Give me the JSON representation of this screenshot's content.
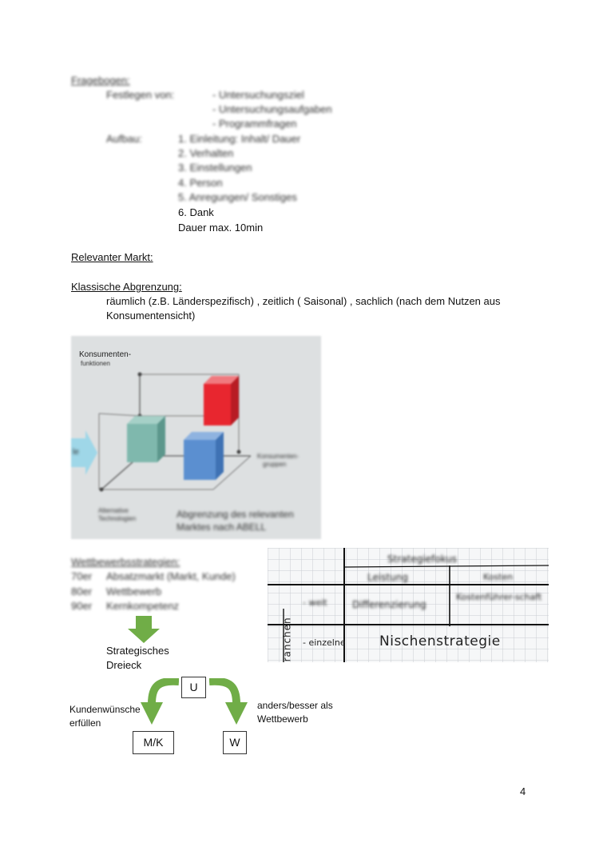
{
  "questionnaire": {
    "heading": "Fragebogen:",
    "festlegen_label": "Festlegen von:",
    "festlegen_items": [
      "- Untersuchungsziel",
      "- Untersuchungsaufgaben",
      "- Programmfragen"
    ],
    "aufbau_label": "Aufbau:",
    "aufbau_items": [
      "1. Einleitung: Inhalt/ Dauer",
      "2. Verhalten",
      "3. Einstellungen",
      "4. Person",
      "5. Anregungen/ Sonstiges",
      "6. Dank"
    ],
    "duration": "Dauer max. 10min"
  },
  "market": {
    "heading": "Relevanter Markt:",
    "sub_heading": "Klassische Abgrenzung:",
    "line1": "räumlich (z.B. Länderspezifisch) , zeitlich ( Saisonal) , sachlich (nach dem Nutzen aus",
    "line2": "Konsumentensicht)"
  },
  "abell_figure": {
    "axis_y_1": "Konsumenten-",
    "axis_y_2": "funktionen",
    "axis_x_1": "Konsumenten-",
    "axis_x_2": "gruppen",
    "axis_z_1": "Alternative",
    "axis_z_2": "Technologien",
    "arrow_label": "le",
    "caption1": "Abgrenzung des relevanten",
    "caption2": "Marktes nach ABELL",
    "colors": {
      "red": "#e8262f",
      "teal": "#7fb8ad",
      "blue": "#5b8fd0",
      "bg": "#dde0e1"
    }
  },
  "competition": {
    "heading": "Wettbewerbsstrategien:",
    "rows": [
      {
        "decade": "70er",
        "text": "Absatzmarkt (Markt, Kunde)"
      },
      {
        "decade": "80er",
        "text": "Wettbewerb"
      },
      {
        "decade": "90er",
        "text": "Kernkompetenz"
      }
    ]
  },
  "strategy_table": {
    "title": "Strategiefokus",
    "col1": "Leistung",
    "col2": "Kosten",
    "row_axis": "Branchen",
    "row1_label": "- weit",
    "row1_c1": "Differenzierung",
    "row1_c2": "Kostenführer-schaft",
    "row2_label": "- einzelne",
    "row2_text": "Nischenstrategie"
  },
  "triangle": {
    "title1": "Strategisches",
    "title2": "Dreieck",
    "u": "U",
    "mk": "M/K",
    "w": "W",
    "left1": "Kundenwünsche",
    "left2": "erfüllen",
    "right1": "anders/besser als",
    "right2": "Wettbewerb",
    "arrow_color": "#70ad47"
  },
  "page_number": "4"
}
